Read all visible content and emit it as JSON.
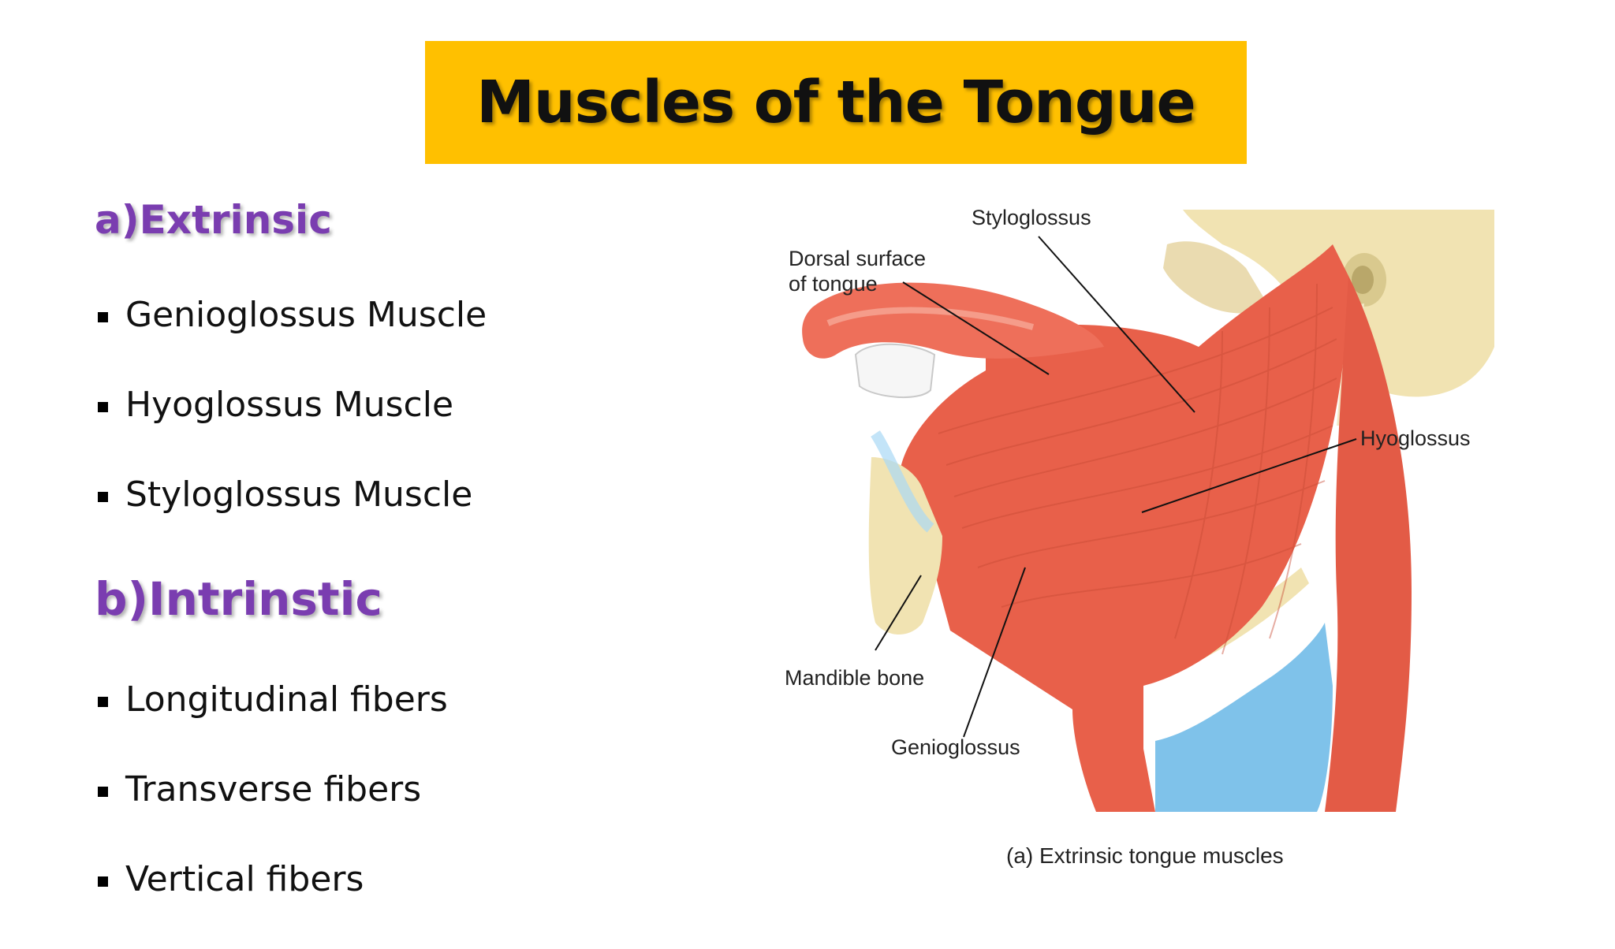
{
  "slide": {
    "title": "Muscles of the Tongue",
    "sections": [
      {
        "heading": "a)Extrinsic",
        "items": [
          "Genioglossus Muscle",
          "Hyoglossus Muscle",
          "Styloglossus Muscle"
        ]
      },
      {
        "heading": "b)Intrinstic",
        "items": [
          "Longitudinal fibers",
          "Transverse fibers",
          "Vertical fibers"
        ]
      }
    ]
  },
  "figure": {
    "labels": {
      "styloglossus": "Styloglossus",
      "dorsal_line1": "Dorsal surface",
      "dorsal_line2": "of tongue",
      "hyoglossus": "Hyoglossus",
      "mandible": "Mandible bone",
      "genioglossus": "Genioglossus"
    },
    "caption": "(a) Extrinsic tongue muscles",
    "colors": {
      "muscle": "#e8604a",
      "bone": "#f1e3b2",
      "cartilage": "#7fc2ea"
    }
  }
}
